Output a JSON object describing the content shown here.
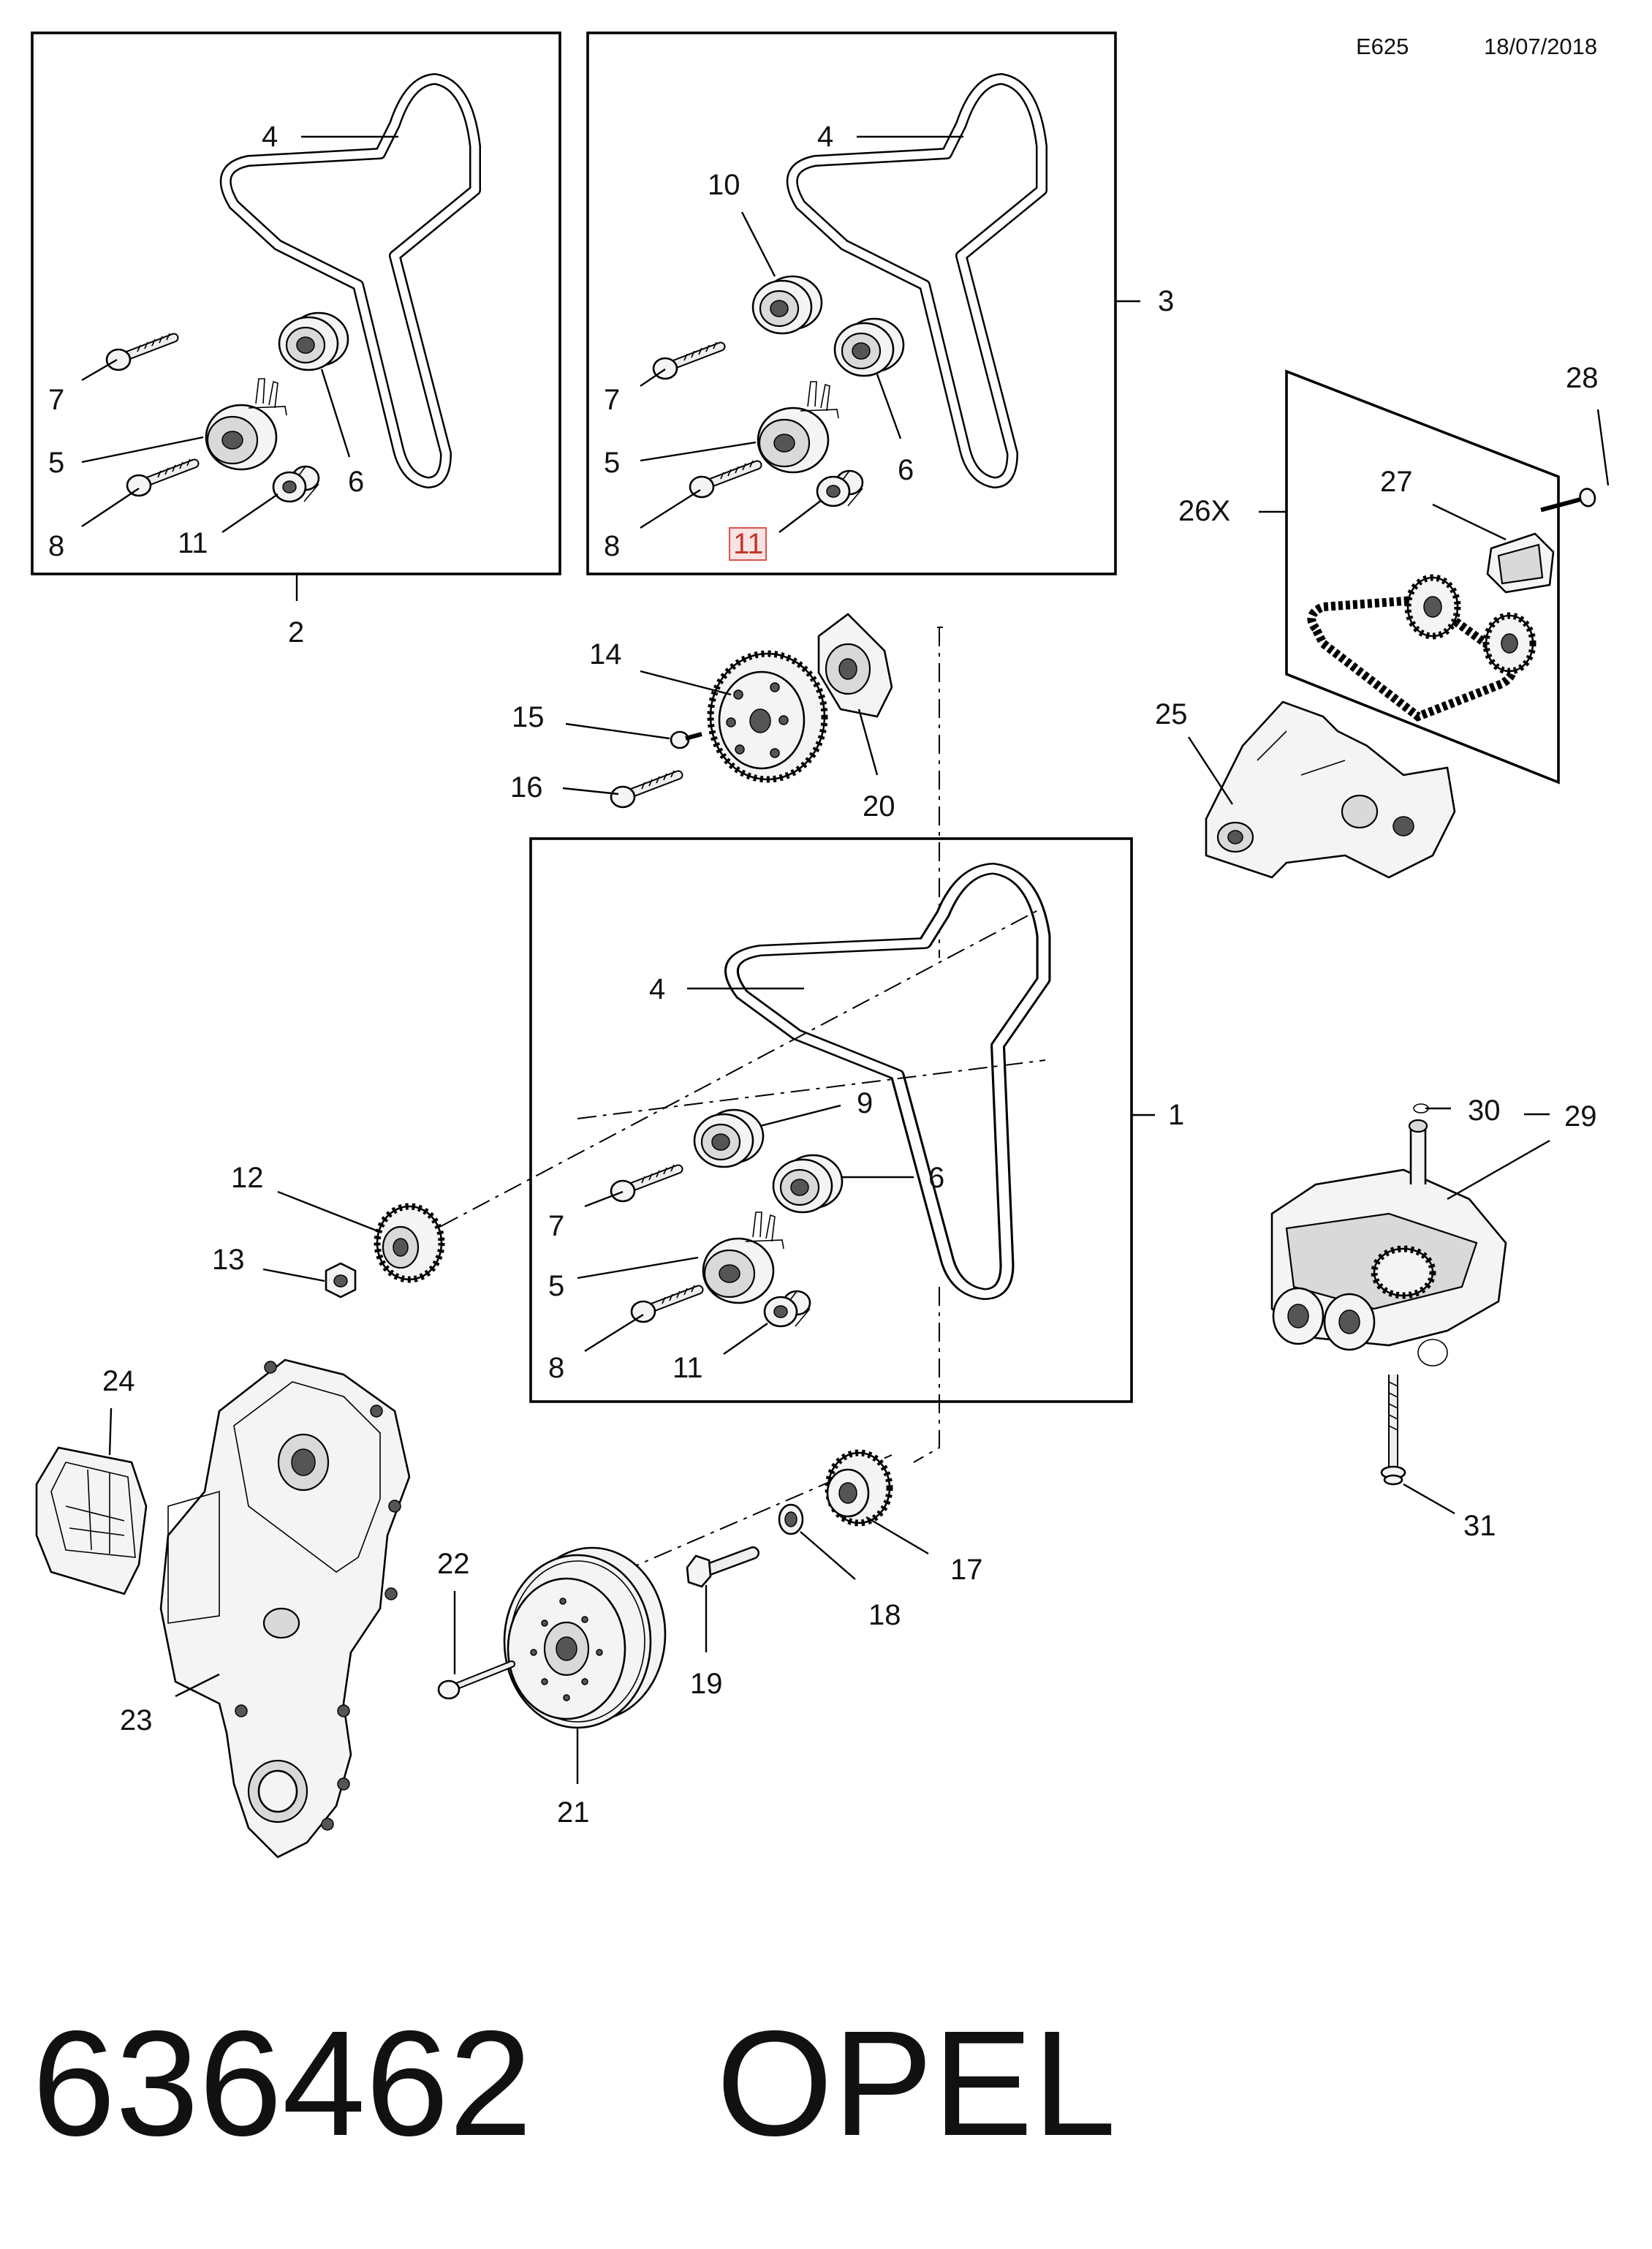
{
  "header": {
    "code": "E625",
    "date": "18/07/2018"
  },
  "footer": {
    "part_number": "636462",
    "brand": "OPEL"
  },
  "callouts": {
    "c1": "1",
    "c2": "2",
    "c3": "3",
    "c4": "4",
    "c5": "5",
    "c6": "6",
    "c7": "7",
    "c8": "8",
    "c9": "9",
    "c10": "10",
    "c11": "11",
    "c12": "12",
    "c13": "13",
    "c14": "14",
    "c15": "15",
    "c16": "16",
    "c17": "17",
    "c18": "18",
    "c19": "19",
    "c20": "20",
    "c21": "21",
    "c22": "22",
    "c23": "23",
    "c24": "24",
    "c25": "25",
    "c26x": "26X",
    "c27": "27",
    "c28": "28",
    "c29": "29",
    "c30": "30",
    "c31": "31"
  },
  "highlighted_callout": "11"
}
